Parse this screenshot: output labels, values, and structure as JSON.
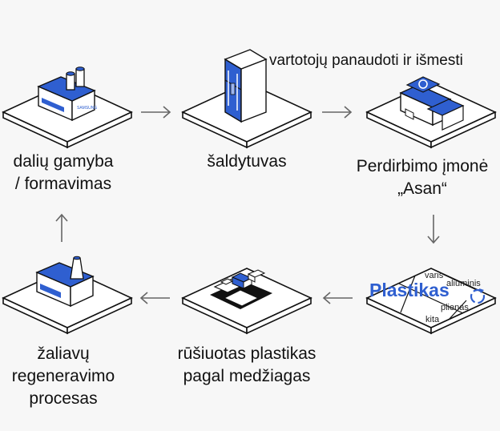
{
  "nodes": {
    "parts": {
      "line1": "dalių gamyba",
      "line2": "/ formavimas",
      "logo": "SAMSUNG"
    },
    "fridge": {
      "label": "šaldytuvas",
      "note": "vartotojų panaudoti ir išmesti"
    },
    "recycler": {
      "line1": "Perdirbimo įmonė",
      "line2": "„Asan“"
    },
    "plastics": {
      "title": "Plastikas",
      "materials": [
        "varis",
        "aliuminis",
        "plienas",
        "kita"
      ]
    },
    "sorted": {
      "line1": "rūšiuotas plastikas",
      "line2": "pagal medžiagas"
    },
    "regen": {
      "line1": "žaliavų",
      "line2": "regeneravimo",
      "line3": "procesas"
    }
  },
  "colors": {
    "accent": "#2f5fd0",
    "ink": "#111111",
    "arrow": "#666666",
    "background": "#f7f7f7"
  }
}
